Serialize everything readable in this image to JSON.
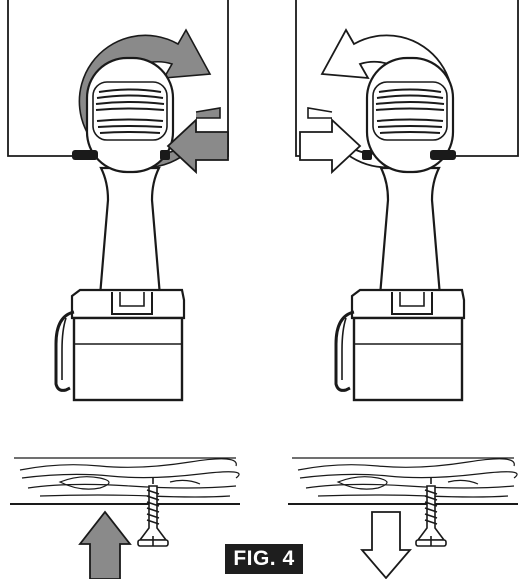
{
  "figure": {
    "label": "FIG. 4"
  },
  "panels": [
    {
      "id": "left",
      "rotation": "clockwise",
      "arrow_fill": "gray",
      "screw_motion": "up"
    },
    {
      "id": "right",
      "rotation": "counterclockwise",
      "arrow_fill": "white",
      "screw_motion": "down"
    }
  ],
  "colors": {
    "arrow_gray": "#8a8a8a",
    "line": "#1a1a1a",
    "label_bg": "#1e1e1e",
    "label_text": "#ffffff"
  }
}
